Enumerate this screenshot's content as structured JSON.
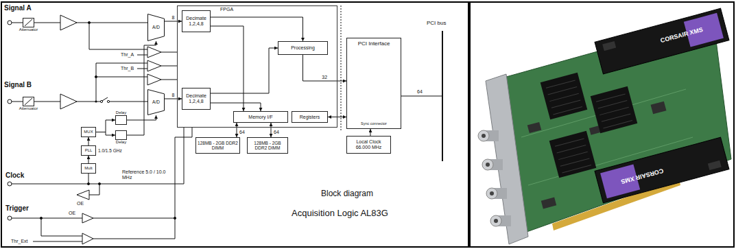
{
  "diagram": {
    "nodes": [
      {
        "text": [
          "Attenuator"
        ]
      },
      {
        "text": [
          "A/D"
        ]
      },
      {
        "text": [
          "FPGA"
        ]
      },
      {
        "text": [
          "Decimate 1,2,4,8"
        ],
        "in": 2
      },
      {
        "text": [
          "Processing"
        ],
        "in": 2
      },
      {
        "text": [
          "Decimate 1,2,4,8"
        ],
        "in": 2
      },
      {
        "text": [
          "Memory I/F"
        ],
        "in": 2
      },
      {
        "text": [
          "Registers"
        ],
        "in": 2
      },
      {
        "text": [
          "PCI Interface",
          "Sync connector"
        ]
      },
      {
        "text": [
          "Attenuator"
        ]
      },
      {
        "text": [
          "A/D"
        ]
      },
      {
        "text": [
          "Delay"
        ]
      },
      {
        "text": [
          "MUX"
        ]
      },
      {
        "text": [
          "Delay"
        ]
      },
      {
        "text": [
          "PLL"
        ]
      },
      {
        "text": [
          "Mult"
        ]
      },
      {
        "text": [
          "128MB - 2GB DDR2 DIMM"
        ]
      },
      {
        "text": [
          "128MB - 2GB DDR2 DIMM"
        ]
      },
      {
        "text": [
          "Local Clock 66.000 MHz"
        ]
      }
    ],
    "edges": [
      {
        "from": 0,
        "to": 1,
        "arrow": "none"
      },
      {
        "from": 1,
        "to": 3,
        "label": "8",
        "arrow": "to"
      },
      {
        "from": 3,
        "to": 4,
        "arrow": "to"
      },
      {
        "from": 3,
        "to": 6,
        "arrow": "to"
      },
      {
        "from": 5,
        "to": 4,
        "arrow": "to"
      },
      {
        "from": 5,
        "to": 6,
        "arrow": "to"
      },
      {
        "from": 4,
        "to": 8,
        "label": "32",
        "arrow": "to"
      },
      {
        "from": 7,
        "to": 8,
        "arrow": "both"
      },
      {
        "from": 6,
        "to": 16,
        "label": "64",
        "arrow": "both"
      },
      {
        "from": 6,
        "to": 17,
        "label": "64",
        "arrow": "both"
      },
      {
        "from": 9,
        "to": 10,
        "arrow": "none"
      },
      {
        "from": 10,
        "to": 5,
        "label": "8",
        "arrow": "to"
      },
      {
        "from": 12,
        "to": 11,
        "arrow": "to"
      },
      {
        "from": 12,
        "to": 13,
        "arrow": "to"
      },
      {
        "from": 11,
        "to": 10,
        "arrow": "to"
      },
      {
        "from": 13,
        "to": 1,
        "arrow": "to"
      },
      {
        "from": 14,
        "to": 12,
        "arrow": "to"
      },
      {
        "from": 15,
        "to": 14,
        "arrow": "to"
      },
      {
        "from": 18,
        "to": 8,
        "arrow": "to"
      }
    ],
    "labels": [
      "Signal A",
      "Thr_A",
      "Thr_B",
      "Signal B",
      "1.0/1.5 GHz",
      "Reference 5.0 / 10.0 MHz",
      "Clock",
      "OE",
      "Trigger",
      "OE",
      "Thr_Ext",
      "PCI bus",
      "64",
      "Block diagram",
      "Acquisition Logic AL83G",
      "CORSAIR XMS",
      "CORSAIR XMS"
    ]
  }
}
